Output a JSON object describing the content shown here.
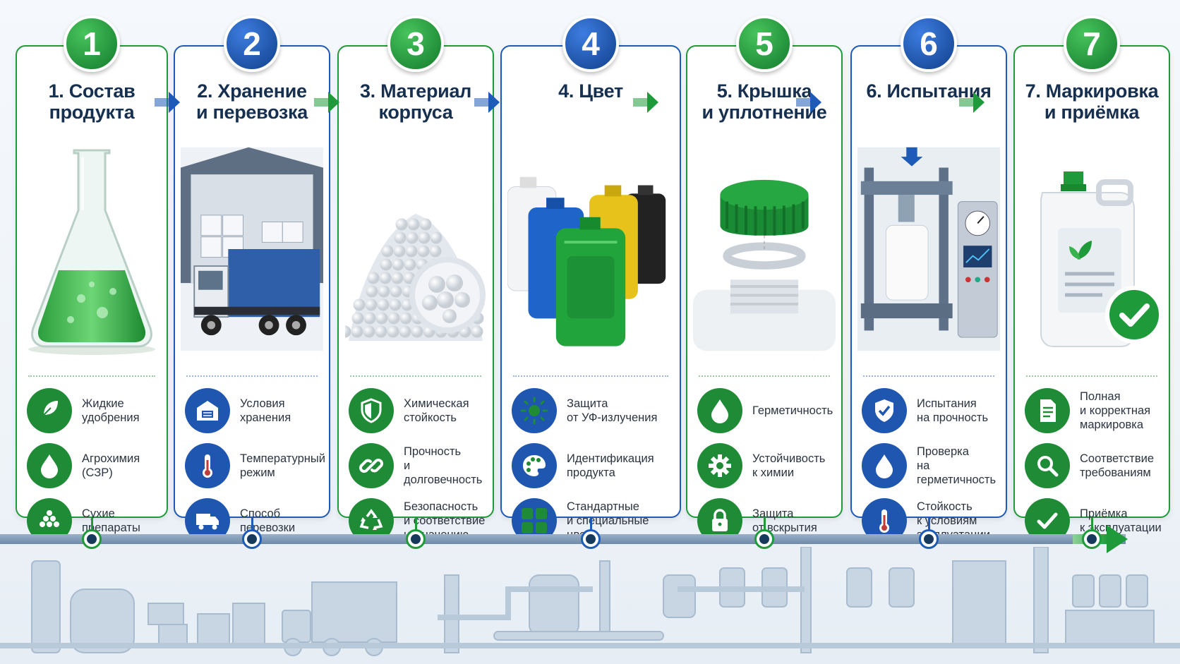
{
  "steps": [
    {
      "num": "1",
      "title": "1. Состав\nпродукта",
      "color": "green",
      "illustration": "flask-with-green-liquid",
      "features": [
        {
          "icon": "leaf-icon",
          "label": "Жидкие\nудобрения"
        },
        {
          "icon": "drop-icon",
          "label": "Агрохимия\n(СЗР)"
        },
        {
          "icon": "granules-icon",
          "label": "Сухие\nпрепараты"
        }
      ]
    },
    {
      "num": "2",
      "title": "2. Хранение\nи перевозка",
      "color": "blue",
      "illustration": "warehouse-and-truck",
      "features": [
        {
          "icon": "warehouse-icon",
          "label": "Условия\nхранения"
        },
        {
          "icon": "thermometer-icon",
          "label": "Температурный\nрежим"
        },
        {
          "icon": "truck-icon",
          "label": "Способ\nперевозки"
        }
      ]
    },
    {
      "num": "3",
      "title": "3. Материал\nкорпуса",
      "color": "green",
      "illustration": "plastic-granules",
      "features": [
        {
          "icon": "shield-icon",
          "label": "Химическая\nстойкость"
        },
        {
          "icon": "link-icon",
          "label": "Прочность\nи долговечность"
        },
        {
          "icon": "recycle-icon",
          "label": "Безопасность\nи соответствие\nназначению"
        }
      ]
    },
    {
      "num": "4",
      "title": "4. Цвет",
      "color": "blue",
      "illustration": "colored-canisters",
      "features": [
        {
          "icon": "sun-icon",
          "label": "Защита\nот УФ-излучения"
        },
        {
          "icon": "palette-icon",
          "label": "Идентификация\nпродукта"
        },
        {
          "icon": "grid-icon",
          "label": "Стандартные\nи специальные\nцвета"
        }
      ]
    },
    {
      "num": "5",
      "title": "5. Крышка\nи уплотнение",
      "color": "green",
      "illustration": "cap-and-seal",
      "features": [
        {
          "icon": "drop-icon",
          "label": "Герметичность"
        },
        {
          "icon": "gear-icon",
          "label": "Устойчивость\nк химии"
        },
        {
          "icon": "lock-icon",
          "label": "Защита\nот вскрытия"
        }
      ]
    },
    {
      "num": "6",
      "title": "6. Испытания",
      "color": "blue",
      "illustration": "press-test-stand",
      "features": [
        {
          "icon": "shield-check-icon",
          "label": "Испытания\nна прочность"
        },
        {
          "icon": "drop-icon",
          "label": "Проверка\nна герметичность"
        },
        {
          "icon": "thermometer-icon",
          "label": "Стойкость\nк условиям\nэксплуатации"
        }
      ]
    },
    {
      "num": "7",
      "title": "7. Маркировка\nи приёмка",
      "color": "green",
      "illustration": "labeled-canister-checkmark",
      "features": [
        {
          "icon": "document-icon",
          "label": "Полная\nи корректная\nмаркировка"
        },
        {
          "icon": "magnifier-icon",
          "label": "Соответствие\nтребованиям"
        },
        {
          "icon": "check-icon",
          "label": "Приёмка\nк эксплуатации"
        }
      ]
    }
  ],
  "colors": {
    "green": "#1f9a3a",
    "blue": "#1e5bb8",
    "title": "#17304f"
  }
}
